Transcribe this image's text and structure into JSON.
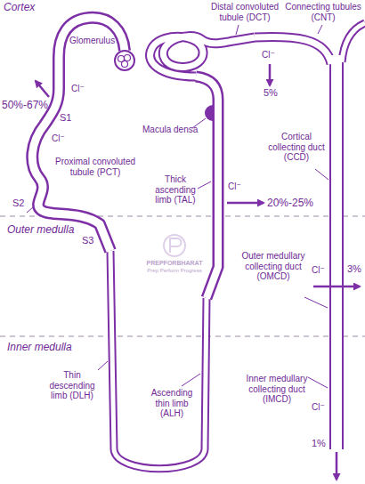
{
  "diagram": {
    "labels": [
      "Cortex",
      "Distal convoluted tubule (DCT)",
      "Connecting tubules (CNT)",
      "Glomerulus",
      "Cl⁻",
      "5%",
      "50%-67%",
      "S1",
      "Cl⁻",
      "Cl⁻",
      "Macula densa",
      "Cortical collecting duct (CCD)",
      "Proximal convoluted tubule (PCT)",
      "S2",
      "Thick ascending limb (TAL)",
      "Cl⁻",
      "20%-25%",
      "Outer medulla",
      "S3",
      "PREPFORBHARAT",
      "Prep Perform Progress",
      "Outer medullary collecting duct (OMCD)",
      "Cl⁻",
      "3%",
      "Inner medulla",
      "Thin descending limb (DLH)",
      "Ascending thin limb (ALH)",
      "Inner medullary collecting duct (IMCD)",
      "Cl⁻",
      "1%"
    ]
  }
}
